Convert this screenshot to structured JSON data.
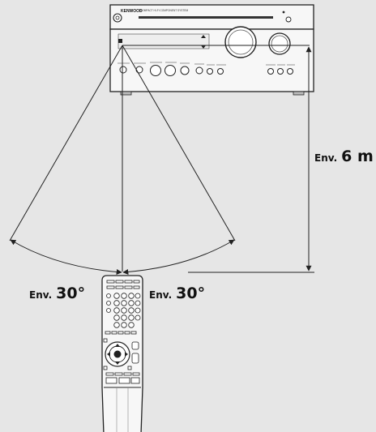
{
  "device": {
    "brand": "KENWOOD",
    "model_text": "COMPACT HI-FI COMPONENT SYSTEM"
  },
  "labels": {
    "distance_prefix": "Env.",
    "distance_value": "6 m",
    "left_angle_prefix": "Env.",
    "left_angle_value": "30°",
    "right_angle_prefix": "Env.",
    "right_angle_value": "30°"
  }
}
